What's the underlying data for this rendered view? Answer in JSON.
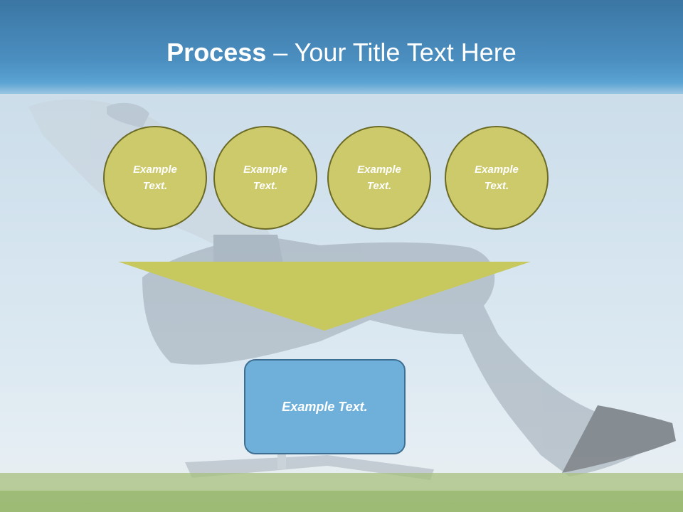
{
  "slide": {
    "title_bold": "Process",
    "title_dash": " – ",
    "title_rest": "Your Title Text Here",
    "circles": [
      "Example\nText.",
      "Example\nText.",
      "Example\nText.",
      "Example\nText."
    ],
    "box_text": "Example Text."
  },
  "colors": {
    "title_band": "#4b8fc0",
    "circle_fill": "#ccca6a",
    "circle_border": "#6b6a26",
    "triangle_fill": "#c7c85e",
    "box_fill": "#6fb0da",
    "box_border": "#3e6f93"
  }
}
